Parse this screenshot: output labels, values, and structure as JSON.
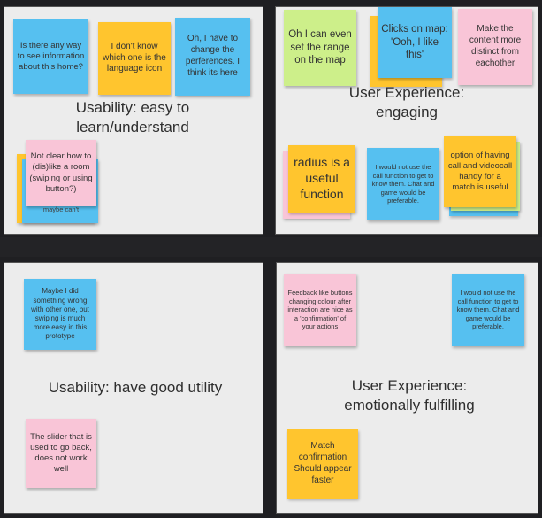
{
  "colors": {
    "blue": "#56c0f0",
    "yellow": "#ffc52e",
    "pink": "#f9c5d7",
    "green": "#cdef8a",
    "panel": "#ececec",
    "frame": "#1f1f22"
  },
  "panels": [
    {
      "title": "Usability: easy to learn/understand",
      "notes": [
        "Is there any way to see information about this home?",
        "I don't know which one is the language icon",
        "Oh, I have to change the perferences. I think its here",
        "Not clear how to (dis)like a room (swiping or using button?)",
        "maybe can't"
      ]
    },
    {
      "title": "User Experience: engaging",
      "notes": [
        "Oh I can even set the range on the map",
        "Clicks on map: 'Ooh, I like this'",
        "Make the content more distinct from eachother",
        "radius is a useful function",
        "I would not use the call function to get to know them. Chat and game would be preferable.",
        "option of having call and videocall handy for a match is useful"
      ]
    },
    {
      "title": "Usability: have good utility",
      "notes": [
        "Maybe I did something wrong with other one, but swiping is much more easy in this prototype",
        "The slider that is used to go back, does not work well"
      ]
    },
    {
      "title": "User Experience: emotionally fulfilling",
      "notes": [
        "Feedback like buttons changing colour after interaction are nice as a 'confirmation' of your actions",
        "I would not use the call function to get to know them. Chat and game would be preferable.",
        "Match confirmation Should appear faster"
      ]
    }
  ]
}
